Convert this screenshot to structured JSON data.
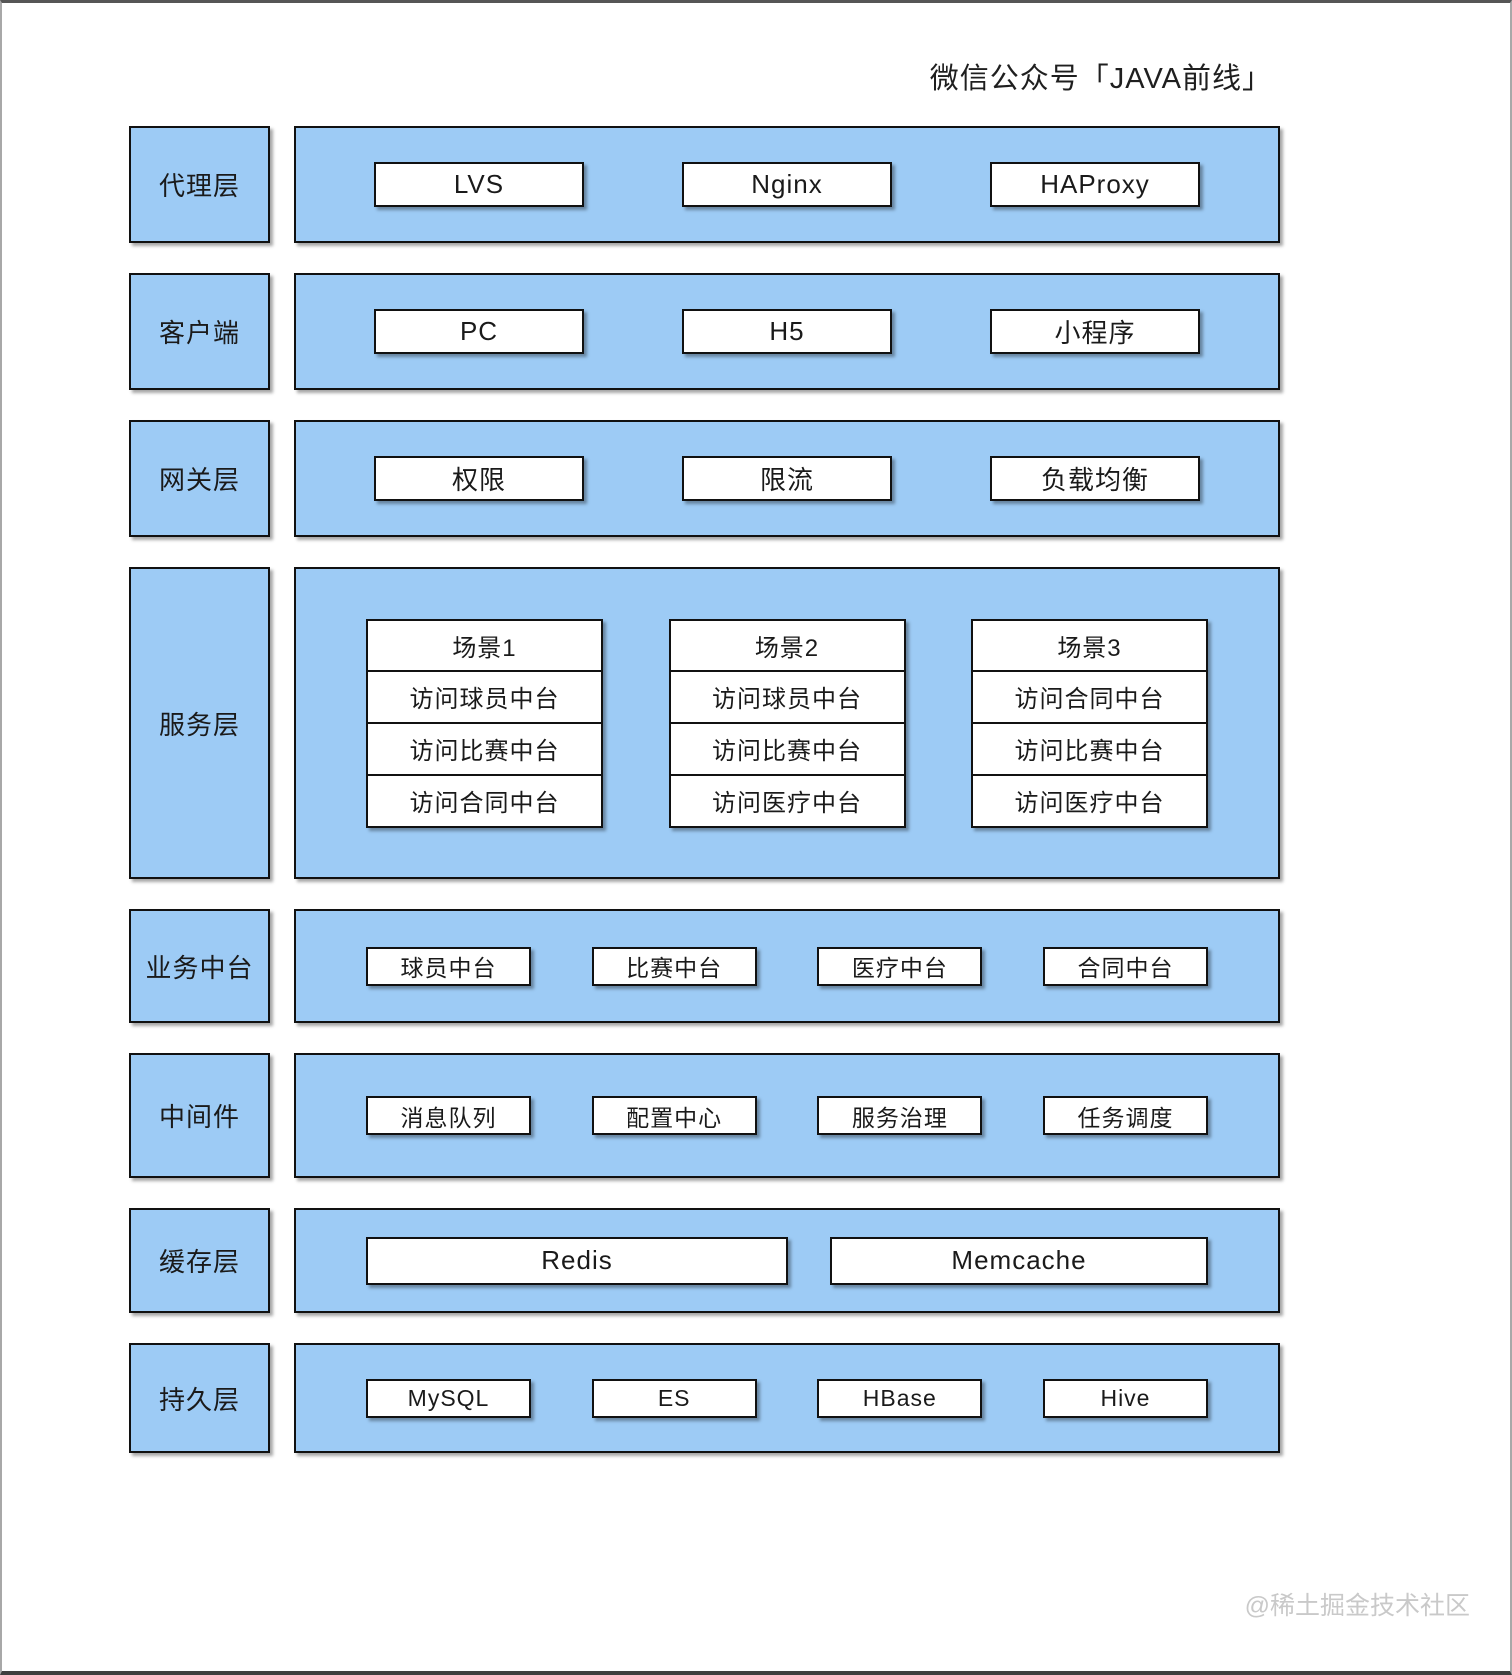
{
  "page": {
    "title": "微信公众号「JAVA前线」",
    "watermark": "@稀土掘金技术社区"
  },
  "colors": {
    "layer_fill": "#9DCBF5",
    "box_fill": "#FFFFFF",
    "border": "#111111",
    "watermark_text": "#C9C9C9"
  },
  "layers": [
    {
      "id": "proxy",
      "label": "代理层",
      "items": [
        "LVS",
        "Nginx",
        "HAProxy"
      ]
    },
    {
      "id": "client",
      "label": "客户端",
      "items": [
        "PC",
        "H5",
        "小程序"
      ]
    },
    {
      "id": "gateway",
      "label": "网关层",
      "items": [
        "权限",
        "限流",
        "负载均衡"
      ]
    },
    {
      "id": "service",
      "label": "服务层",
      "scenes": [
        {
          "title": "场景1",
          "items": [
            "访问球员中台",
            "访问比赛中台",
            "访问合同中台"
          ]
        },
        {
          "title": "场景2",
          "items": [
            "访问球员中台",
            "访问比赛中台",
            "访问医疗中台"
          ]
        },
        {
          "title": "场景3",
          "items": [
            "访问合同中台",
            "访问比赛中台",
            "访问医疗中台"
          ]
        }
      ]
    },
    {
      "id": "middle-platform",
      "label": "业务中台",
      "items": [
        "球员中台",
        "比赛中台",
        "医疗中台",
        "合同中台"
      ]
    },
    {
      "id": "middleware",
      "label": "中间件",
      "items": [
        "消息队列",
        "配置中心",
        "服务治理",
        "任务调度"
      ]
    },
    {
      "id": "cache",
      "label": "缓存层",
      "items": [
        "Redis",
        "Memcache"
      ]
    },
    {
      "id": "persistence",
      "label": "持久层",
      "items": [
        "MySQL",
        "ES",
        "HBase",
        "Hive"
      ]
    }
  ]
}
